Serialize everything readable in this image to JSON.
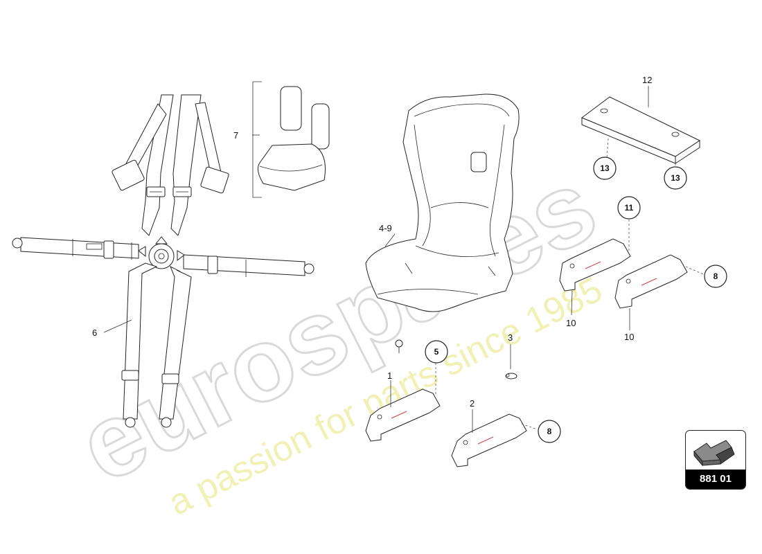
{
  "watermark": {
    "brand": "eurospares",
    "tagline": "a passion for parts since 1985"
  },
  "labels": {
    "l1": "1",
    "l2": "2",
    "l3": "3",
    "l4_9": "4-9",
    "l5": "5",
    "l6": "6",
    "l7": "7",
    "l8a": "8",
    "l8b": "8",
    "l10a": "10",
    "l10b": "10",
    "l11": "11",
    "l12": "12",
    "l13a": "13",
    "l13b": "13"
  },
  "reference": {
    "code": "881 01",
    "icon": "arrow-icon"
  }
}
